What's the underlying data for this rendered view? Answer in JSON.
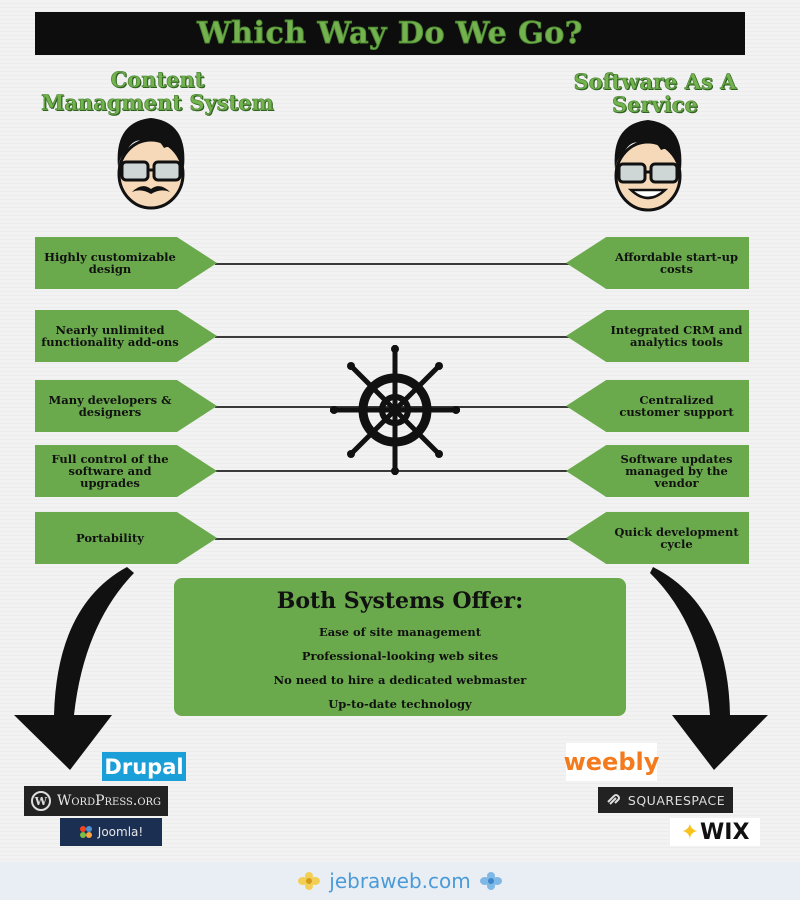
{
  "header": {
    "title": "Which Way Do We Go?"
  },
  "left_column": {
    "heading_line1": "Content",
    "heading_line2": "Managment System"
  },
  "right_column": {
    "heading_line1": "Software As A",
    "heading_line2": "Service"
  },
  "left_items": [
    "Highly customizable design",
    "Nearly unlimited functionality add-ons",
    "Many developers & designers",
    "Full control of the software and upgrades",
    "Portability"
  ],
  "right_items": [
    "Affordable start-up costs",
    "Integrated CRM and analytics tools",
    "Centralized customer support",
    "Software updates managed by the vendor",
    "Quick development cycle"
  ],
  "both": {
    "title": "Both Systems Offer:",
    "items": [
      "Ease of site management",
      "Professional-looking web sites",
      "No need to hire a dedicated webmaster",
      "Up-to-date technology"
    ]
  },
  "cms_logos": {
    "drupal": "Drupal",
    "wordpress": "WordPress.org",
    "joomla": "Joomla!"
  },
  "saas_logos": {
    "weebly": "weebly",
    "squarespace": "SQUARESPACE",
    "wix": "WIX"
  },
  "footer": {
    "text": "jebraweb.com"
  },
  "colors": {
    "accent_green": "#6aaa4c",
    "title_green": "#73b24f",
    "banner": "#0d0d0d"
  },
  "icons": [
    "ship-wheel-icon",
    "curved-arrow-left-icon",
    "curved-arrow-right-icon",
    "avatar-mustache-icon",
    "avatar-smile-icon"
  ]
}
